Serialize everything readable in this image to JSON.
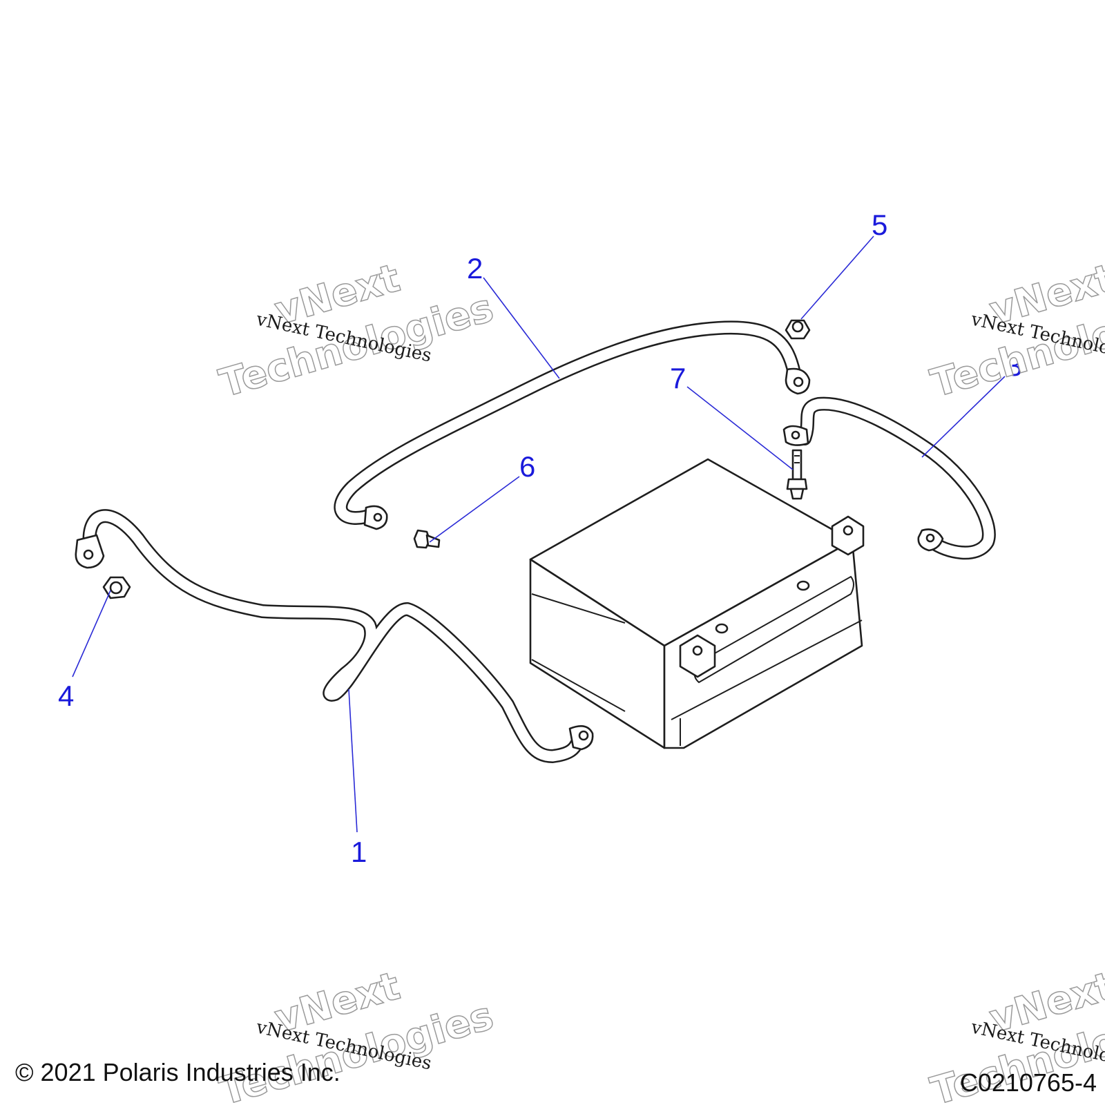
{
  "callouts": {
    "c1": "1",
    "c2": "2",
    "c3": "3",
    "c4": "4",
    "c5": "5",
    "c6": "6",
    "c7": "7"
  },
  "watermarks": {
    "small": "vNext Technologies",
    "big_line1": "vNext",
    "big_line2": "Technologies"
  },
  "footer": {
    "copyright": "© 2021 Polaris Industries Inc.",
    "figure_id": "C0210765-4"
  },
  "colors": {
    "callout": "#1a1adb",
    "line_art": "#1e1e1e"
  }
}
